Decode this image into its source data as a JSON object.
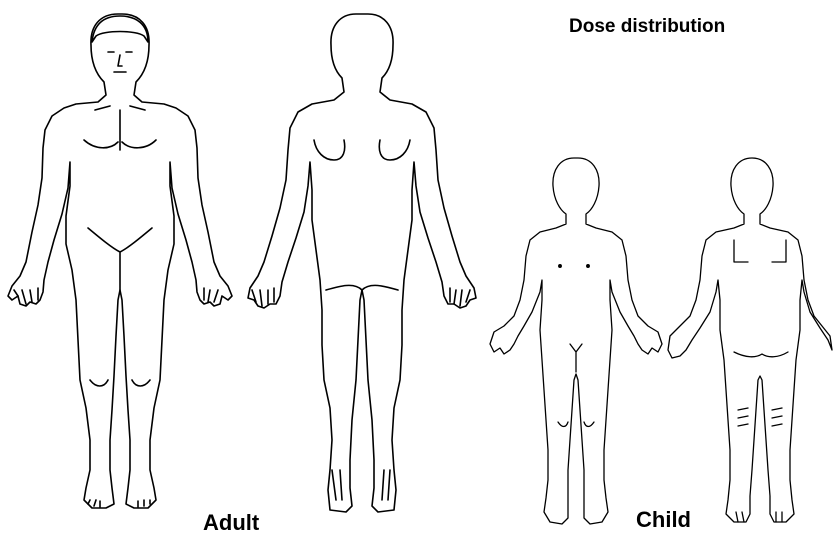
{
  "title": "Dose distribution",
  "labels": {
    "adult": "Adult",
    "child": "Child"
  },
  "figures": [
    {
      "group": "adult",
      "view": "front"
    },
    {
      "group": "adult",
      "view": "back"
    },
    {
      "group": "child",
      "view": "front"
    },
    {
      "group": "child",
      "view": "back"
    }
  ],
  "colors": {
    "outline": "#000000",
    "background": "#ffffff"
  }
}
